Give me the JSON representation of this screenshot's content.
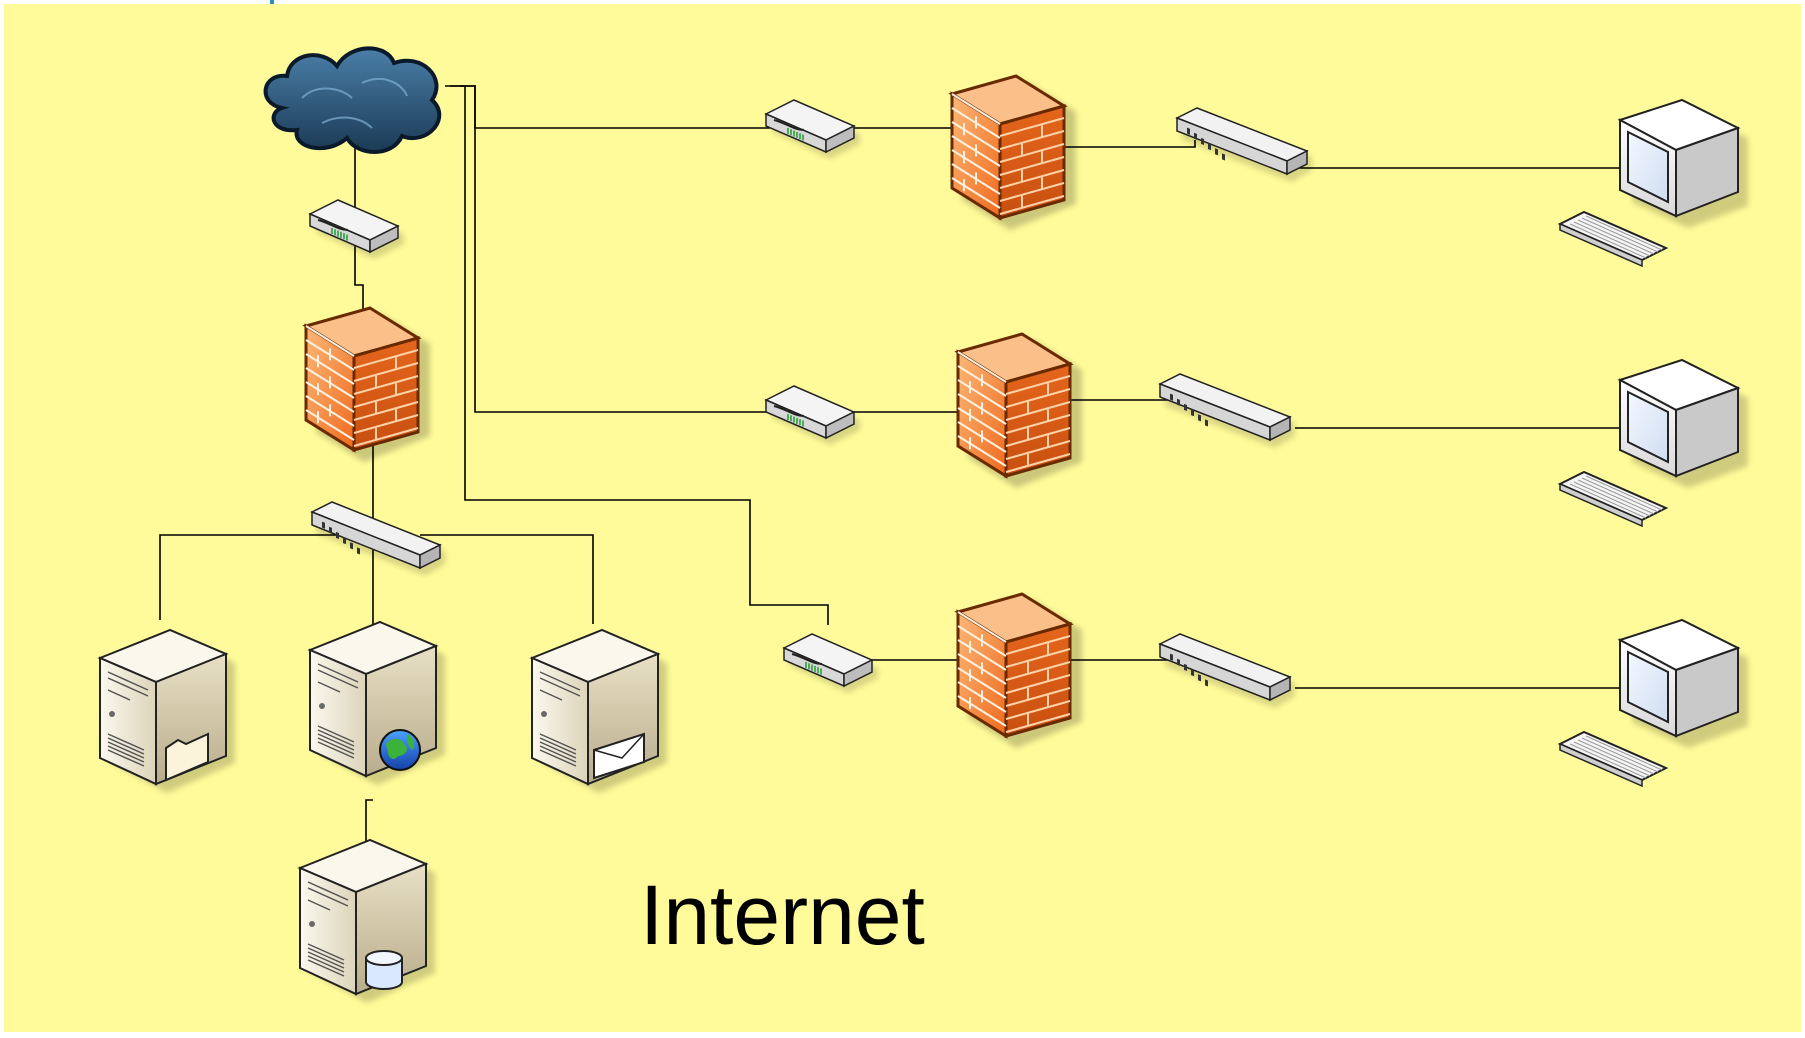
{
  "diagram": {
    "label": "Internet",
    "colors": {
      "background": "#FFFB9A",
      "firewall": "#F47F2C",
      "cloud": "#27506F",
      "line": "#000000"
    },
    "nodes": [
      {
        "name": "internet-cloud-icon",
        "kind": "cloud"
      },
      {
        "name": "modem-main",
        "kind": "modem"
      },
      {
        "name": "firewall-main",
        "kind": "firewall"
      },
      {
        "name": "switch-main",
        "kind": "switch"
      },
      {
        "name": "file-server-icon",
        "kind": "server",
        "badge": "folder"
      },
      {
        "name": "web-server-icon",
        "kind": "server",
        "badge": "globe"
      },
      {
        "name": "mail-server-icon",
        "kind": "server",
        "badge": "mail"
      },
      {
        "name": "database-server-icon",
        "kind": "server",
        "badge": "database"
      },
      {
        "name": "modem-branch-1",
        "kind": "modem"
      },
      {
        "name": "firewall-branch-1",
        "kind": "firewall"
      },
      {
        "name": "switch-branch-1",
        "kind": "switch"
      },
      {
        "name": "workstation-1-icon",
        "kind": "workstation"
      },
      {
        "name": "modem-branch-2",
        "kind": "modem"
      },
      {
        "name": "firewall-branch-2",
        "kind": "firewall"
      },
      {
        "name": "switch-branch-2",
        "kind": "switch"
      },
      {
        "name": "workstation-2-icon",
        "kind": "workstation"
      },
      {
        "name": "modem-branch-3",
        "kind": "modem"
      },
      {
        "name": "firewall-branch-3",
        "kind": "firewall"
      },
      {
        "name": "switch-branch-3",
        "kind": "switch"
      },
      {
        "name": "workstation-3-icon",
        "kind": "workstation"
      }
    ]
  }
}
